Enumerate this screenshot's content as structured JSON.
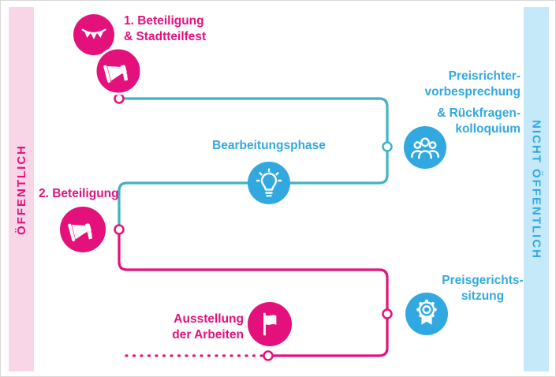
{
  "bands": {
    "left": {
      "label": "ÖFFENTLICH"
    },
    "right": {
      "label": "NICHT ÖFFENTLICH"
    }
  },
  "steps": {
    "step1": {
      "line1": "1. Beteiligung",
      "line2": "& Stadtteilfest"
    },
    "jury_briefing": {
      "line1": "Preisrichter-",
      "line2": "vorbesprechung",
      "line3": "& Rückfragen-",
      "line4": "kolloquium"
    },
    "work_phase": {
      "label": "Bearbeitungsphase"
    },
    "step2": {
      "label": "2. Beteiligung"
    },
    "jury_session": {
      "line1": "Preisgerichts-",
      "line2": "sitzung"
    },
    "exhibition": {
      "line1": "Ausstellung",
      "line2": "der Arbeiten"
    }
  },
  "icons": {
    "step1": [
      "bunting-icon",
      "megaphone-icon"
    ],
    "jury_briefing": "committee-people-icon",
    "work_phase": "lightbulb-icon",
    "step2": "megaphone-icon",
    "jury_session": "award-medal-icon",
    "exhibition": "flag-icon"
  },
  "colors": {
    "pink": "#e4117c",
    "pink_band": "#f8d6e8",
    "blue": "#31a9e0",
    "blue_band": "#c6e9f9",
    "teal_line": "#3fb3c5"
  }
}
